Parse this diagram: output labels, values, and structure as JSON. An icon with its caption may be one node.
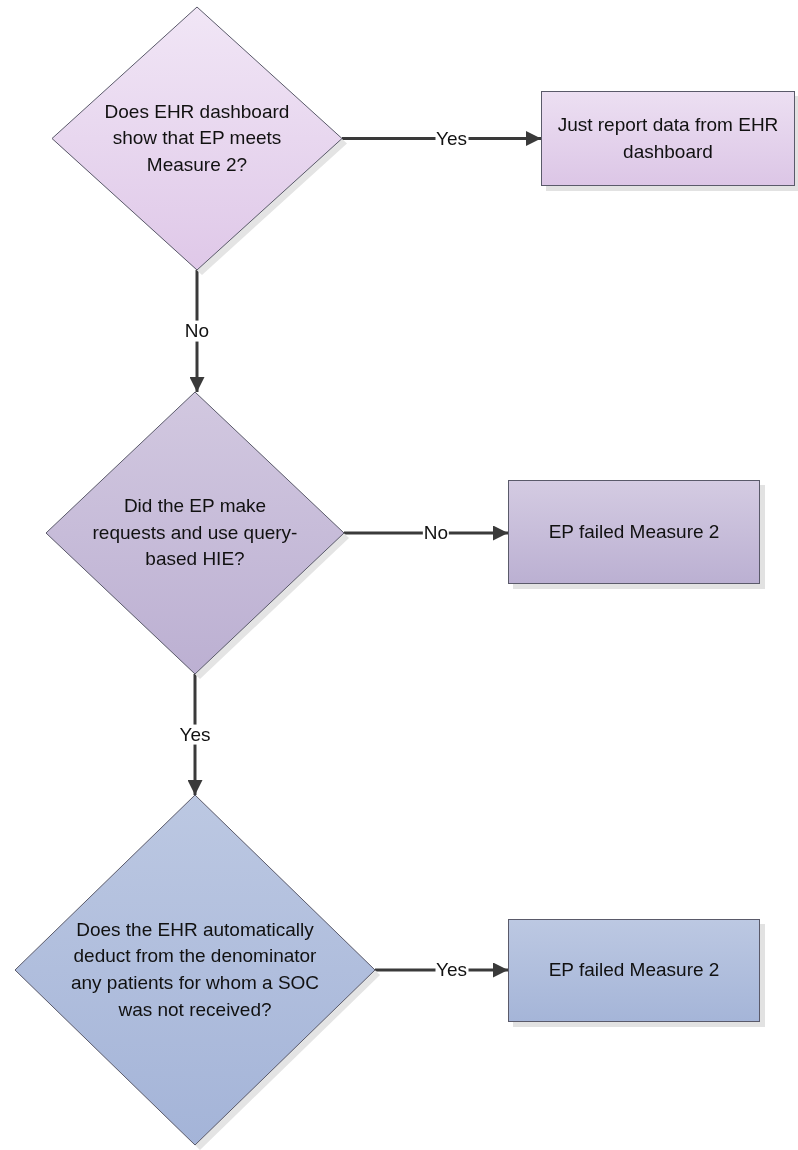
{
  "diagram": {
    "nodes": [
      {
        "text": [
          "Does EHR dashboard show that EP meets Measure 2?"
        ]
      },
      {
        "text": [
          "Just report data from EHR dashboard"
        ]
      },
      {
        "text": [
          "Did the EP make requests and use query-based HIE?"
        ]
      },
      {
        "text": [
          "EP failed Measure 2"
        ]
      },
      {
        "text": [
          "Does the EHR automatically deduct from the denominator any patients for whom a SOC was not received?"
        ]
      },
      {
        "text": [
          "EP failed Measure 2"
        ]
      }
    ],
    "edges": [
      {
        "from": 0,
        "to": 1,
        "arrow": "to",
        "label": "Yes"
      },
      {
        "from": 0,
        "to": 2,
        "arrow": "to",
        "label": "No"
      },
      {
        "from": 2,
        "to": 3,
        "arrow": "to",
        "label": "No"
      },
      {
        "from": 2,
        "to": 4,
        "arrow": "to",
        "label": "Yes"
      },
      {
        "from": 4,
        "to": 5,
        "arrow": "to",
        "label": "Yes"
      }
    ]
  }
}
